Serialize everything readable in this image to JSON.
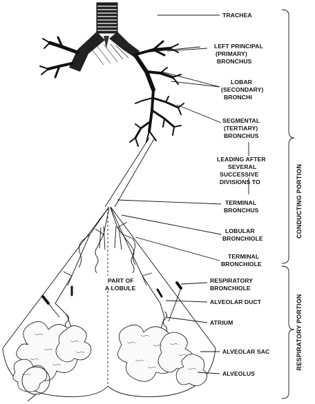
{
  "diagram": {
    "labels": {
      "trachea": "TRACHEA",
      "left_principal": [
        "LEFT PRINCIPAL",
        "(PRIMARY)",
        "BRONCHUS"
      ],
      "lobar": [
        "LOBAR",
        "(SECONDARY)",
        "BRONCHI"
      ],
      "segmental": [
        "SEGMENTAL",
        "(TERTIARY)",
        "BRONCHUS"
      ],
      "leading_after": [
        "LEADING AFTER",
        "SEVERAL",
        "SUCCESSIVE",
        "DIVISIONS TO"
      ],
      "terminal_bronchus": [
        "TERMINAL",
        "BRONCHUS"
      ],
      "lobular_bronchiole": [
        "LOBULAR",
        "BRONCHIOLE"
      ],
      "terminal_bronchiole": [
        "TERMINAL",
        "BRONCHIOLE"
      ],
      "respiratory_bronchiole": [
        "RESPIRATORY",
        "BRONCHIOLE"
      ],
      "alveolar_duct": "ALVEOLAR DUCT",
      "atrium": "ATRIUM",
      "alveolar_sac": "ALVEOLAR SAC",
      "alveolus": "ALVEOLUS",
      "part_of_lobule": [
        "PART OF",
        "A LOBULE"
      ]
    },
    "sections": {
      "conducting": "CONDUCTING PORTION",
      "respiratory": "RESPIRATORY PORTION"
    }
  }
}
